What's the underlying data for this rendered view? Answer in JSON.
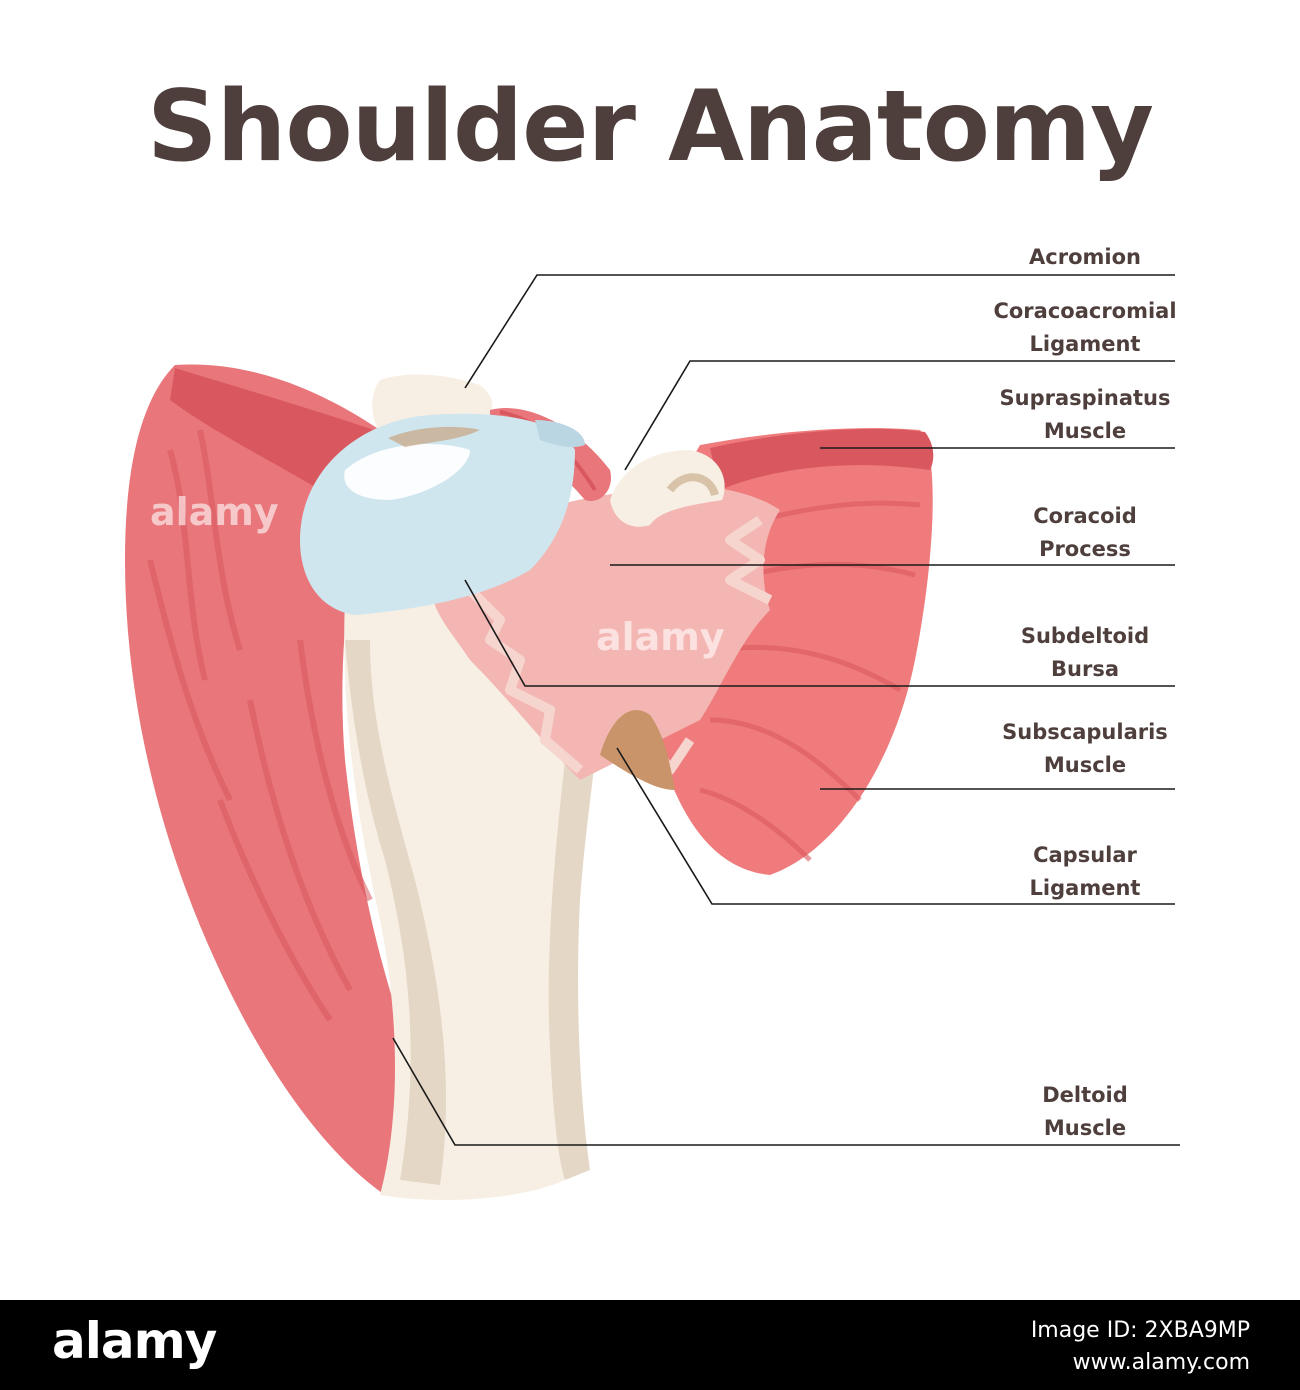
{
  "title": "Shoulder Anatomy",
  "labels": [
    {
      "line1": "Acromion",
      "line2": ""
    },
    {
      "line1": "Coracoacromial",
      "line2": "Ligament"
    },
    {
      "line1": "Supraspinatus",
      "line2": "Muscle"
    },
    {
      "line1": "Coracoid",
      "line2": "Process"
    },
    {
      "line1": "Subdeltoid",
      "line2": "Bursa"
    },
    {
      "line1": "Subscapularis",
      "line2": "Muscle"
    },
    {
      "line1": "Capsular",
      "line2": "Ligament"
    },
    {
      "line1": "Deltoid",
      "line2": "Muscle"
    }
  ],
  "watermark": {
    "brand": "alamy",
    "image_id": "Image ID: 2XBA9MP",
    "site": "www.alamy.com"
  },
  "colors": {
    "title": "#4e3f3d",
    "muscle": "#e8767a",
    "muscle_dark": "#d9585f",
    "bone": "#f7efe4",
    "bone_shadow": "#e5d7c6",
    "bursa": "#cfe6ef",
    "tendon": "#f4b6b3",
    "capsule": "#c9946a"
  }
}
